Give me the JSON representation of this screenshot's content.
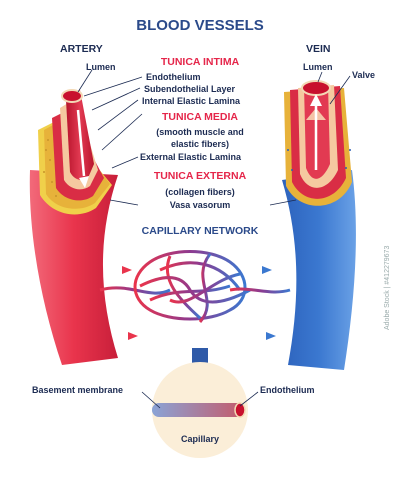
{
  "title": "BLOOD VESSELS",
  "artery": {
    "label": "ARTERY",
    "lumen": "Lumen"
  },
  "vein": {
    "label": "VEIN",
    "lumen": "Lumen",
    "valve": "Valve"
  },
  "tunica_intima": {
    "heading": "TUNICA INTIMA",
    "layers": [
      "Endothelium",
      "Subendothelial Layer",
      "Internal Elastic Lamina"
    ]
  },
  "tunica_media": {
    "heading": "TUNICA MEDIA",
    "desc_line1": "(smooth muscle and",
    "desc_line2": "elastic fibers)",
    "layer": "External Elastic Lamina"
  },
  "tunica_externa": {
    "heading": "TUNICA EXTERNA",
    "desc": "(collagen fibers)",
    "layer": "Vasa vasorum"
  },
  "capillary_network": "CAPILLARY NETWORK",
  "capillary": {
    "basement_membrane": "Basement membrane",
    "endothelium": "Endothelium",
    "label": "Capillary"
  },
  "watermark": "Adobe Stock | #412279673",
  "colors": {
    "artery_red": "#e9344c",
    "vein_blue": "#3b78d0",
    "title_blue": "#2b4a8a",
    "heading_red": "#e5264a",
    "text_dark": "#1c2b52"
  }
}
